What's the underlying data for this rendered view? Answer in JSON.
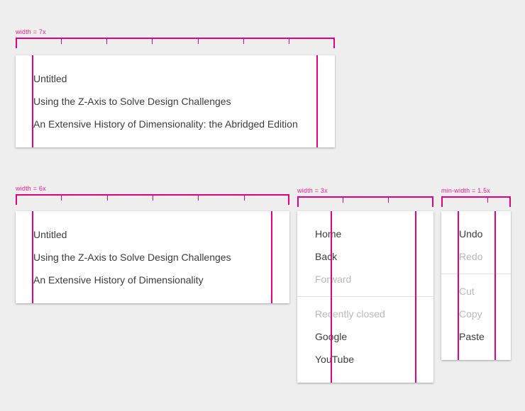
{
  "page": {
    "background_color": "#eeeeee",
    "guide_color": "#e5007d",
    "label_color": "#e91e8c",
    "text_color": "#3c3c3c",
    "disabled_text_color": "#b9b9b9",
    "surface_color": "#ffffff"
  },
  "specs": [
    {
      "id": "spec-7x",
      "label": "width = 7x",
      "units": 7,
      "items": [
        {
          "text": "Untitled",
          "disabled": false
        },
        {
          "text": "Using the Z-Axis to Solve Design Challenges",
          "disabled": false
        },
        {
          "text": "An Extensive History of Dimensionality: the Abridged Edition",
          "disabled": false
        }
      ]
    },
    {
      "id": "spec-6x",
      "label": "width = 6x",
      "units": 6,
      "items": [
        {
          "text": "Untitled",
          "disabled": false
        },
        {
          "text": "Using the Z-Axis to Solve Design Challenges",
          "disabled": false
        },
        {
          "text": "An Extensive History of Dimensionality",
          "disabled": false
        }
      ]
    },
    {
      "id": "spec-3x",
      "label": "width = 3x",
      "units": 3,
      "items": [
        {
          "text": "Home",
          "disabled": false
        },
        {
          "text": "Back",
          "disabled": false
        },
        {
          "text": "Forward",
          "disabled": true
        },
        {
          "divider": true
        },
        {
          "text": "Recently closed",
          "disabled": true
        },
        {
          "text": "Google",
          "disabled": false
        },
        {
          "text": "YouTube",
          "disabled": false
        }
      ]
    },
    {
      "id": "spec-min-1-5x",
      "label": "min-width = 1.5x",
      "units": 1.5,
      "items": [
        {
          "text": "Undo",
          "disabled": false
        },
        {
          "text": "Redo",
          "disabled": true
        },
        {
          "divider": true
        },
        {
          "text": "Cut",
          "disabled": true
        },
        {
          "text": "Copy",
          "disabled": true
        },
        {
          "text": "Paste",
          "disabled": false
        }
      ]
    }
  ]
}
